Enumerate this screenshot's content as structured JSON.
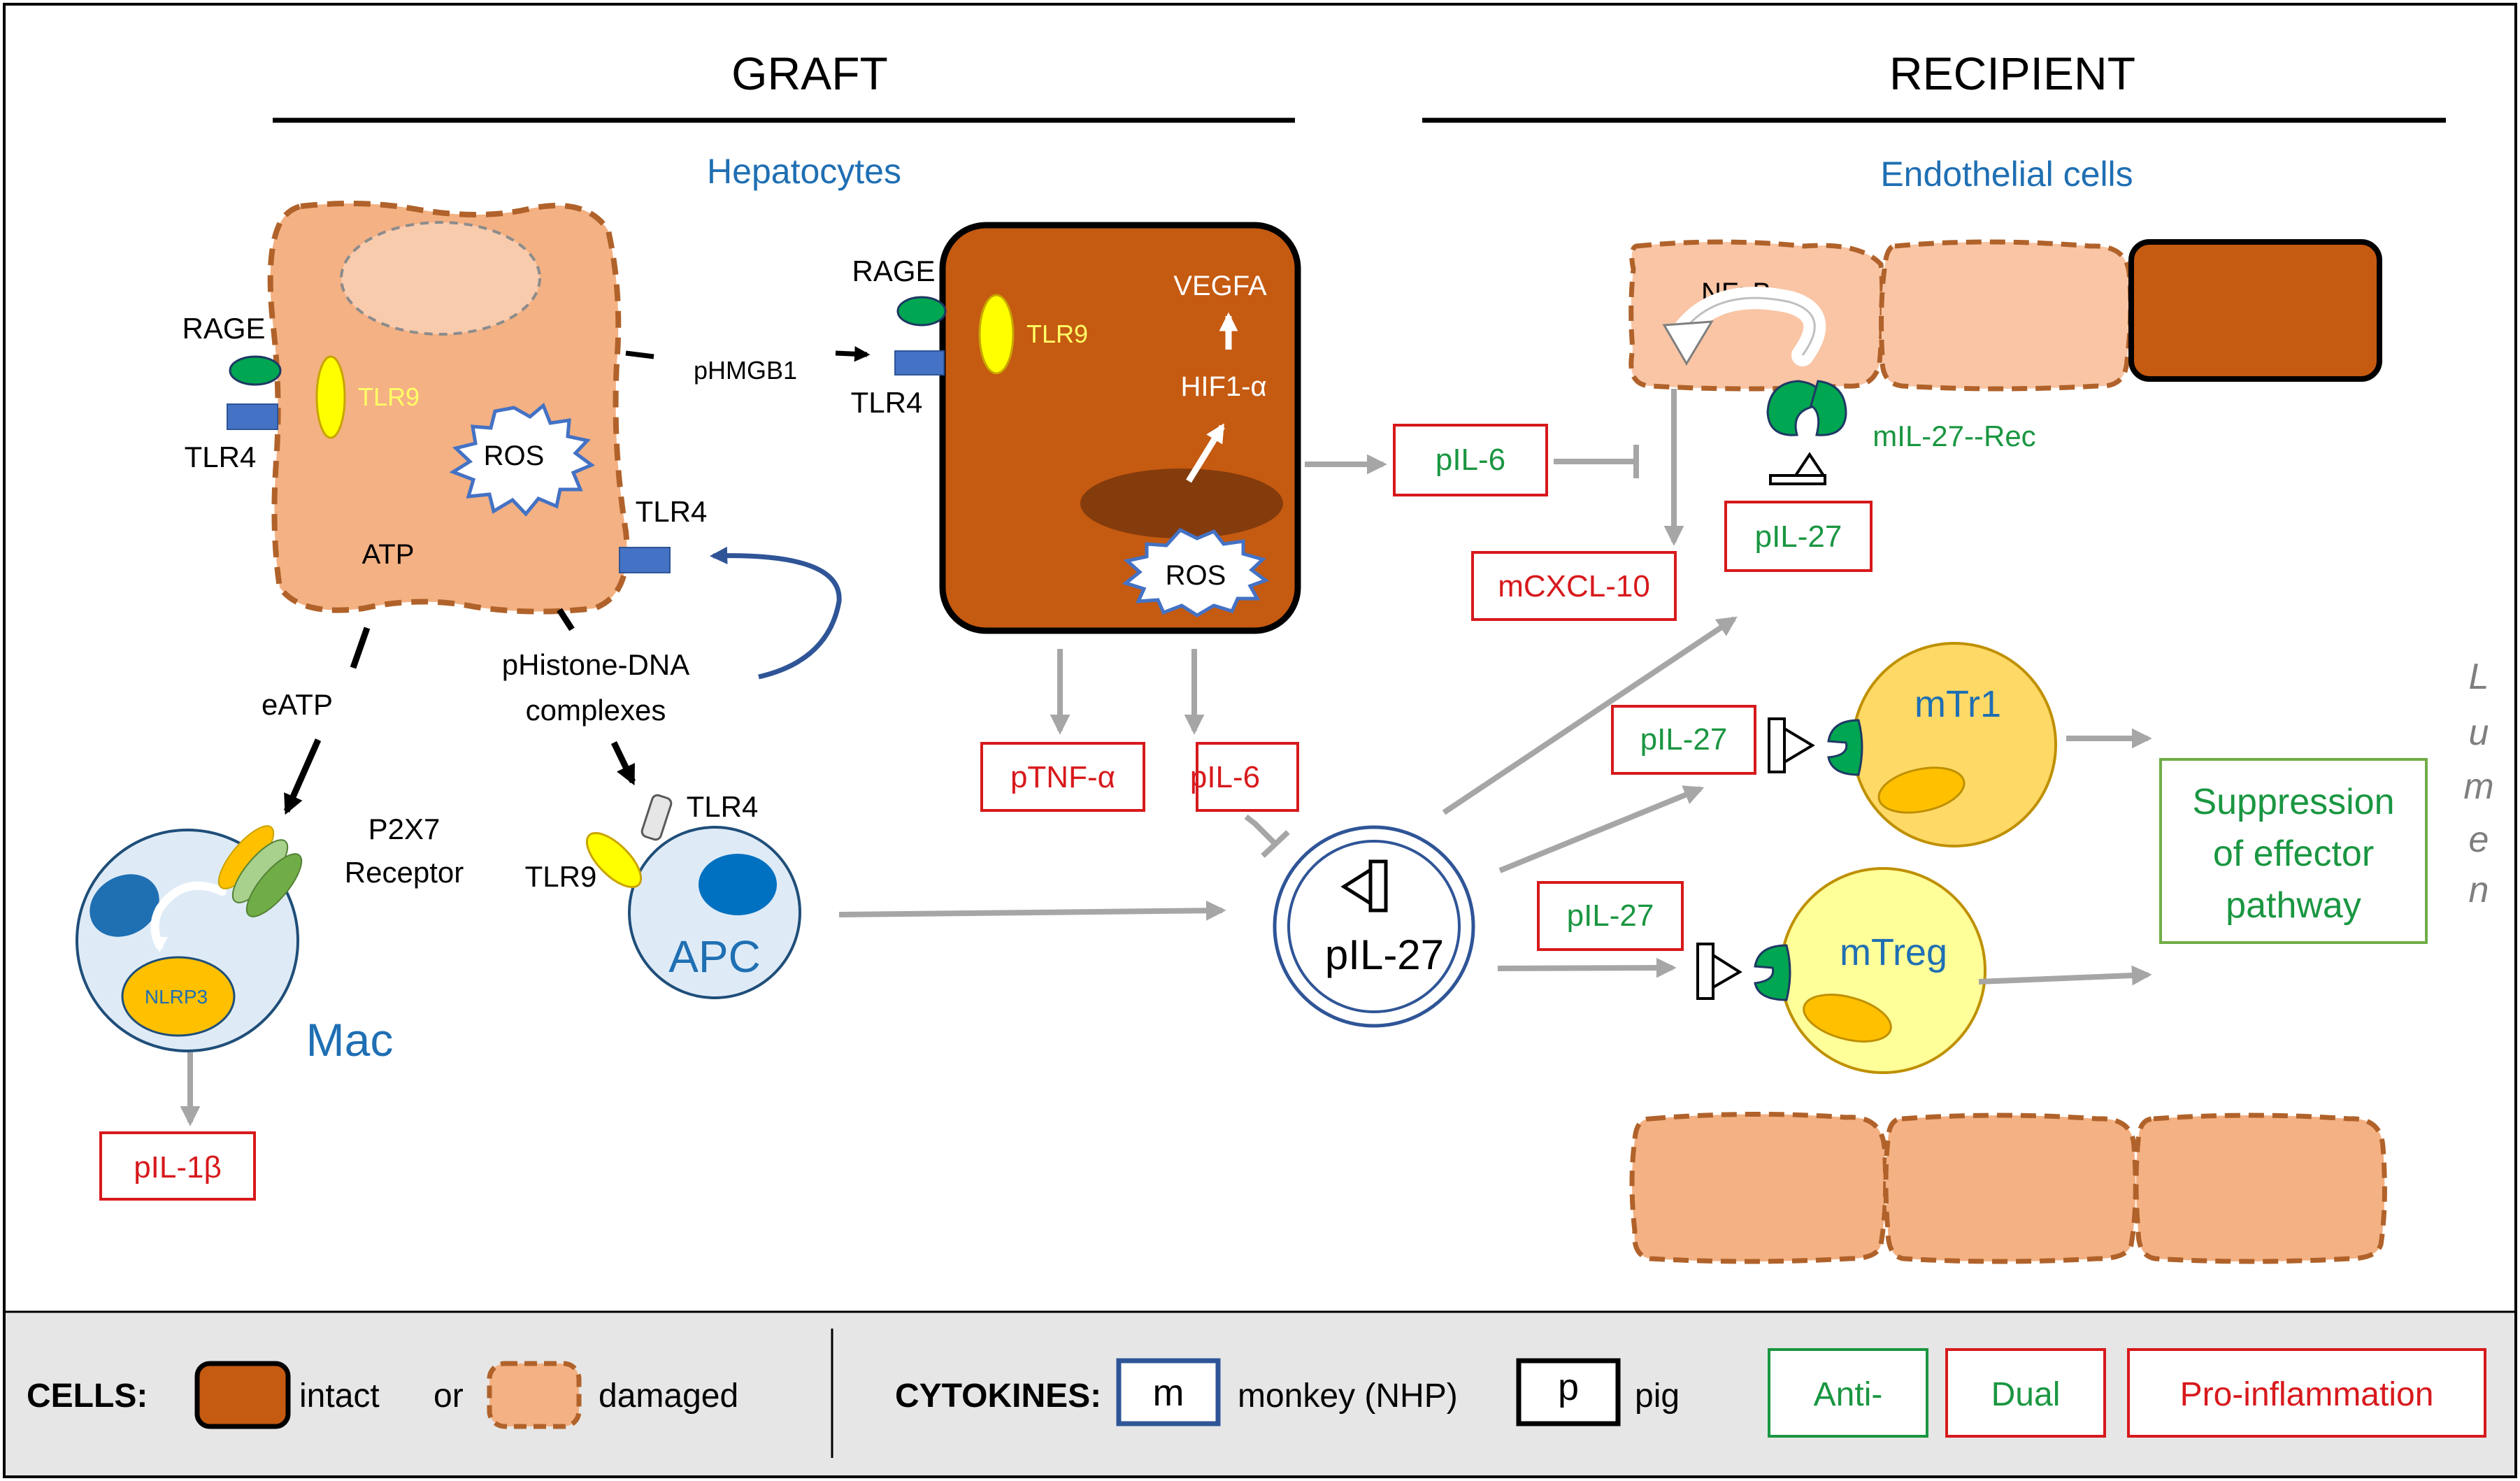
{
  "headers": {
    "graft": "GRAFT",
    "recipient": "RECIPIENT"
  },
  "sections": {
    "hepatocytes": "Hepatocytes",
    "endothelial": "Endothelial cells"
  },
  "graft": {
    "rage": "RAGE",
    "tlr9": "TLR9",
    "tlr4_left": "TLR4",
    "tlr4_right": "TLR4",
    "ros": "ROS",
    "atp": "ATP",
    "phmgb1": "pHMGB1",
    "histone_1": "pHistone-DNA",
    "histone_2": "complexes",
    "eatp": "eATP",
    "p2x7_1": "P2X7",
    "p2x7_2": "Receptor",
    "nlrp3": "NLRP3",
    "mac": "Mac",
    "pil1b": "pIL-1β",
    "apc_tlr4": "TLR4",
    "apc_tlr9": "TLR9",
    "apc": "APC"
  },
  "intact_cell": {
    "rage": "RAGE",
    "tlr4": "TLR4",
    "tlr9": "TLR9",
    "vegfa": "VEGFA",
    "hif": "HIF1-α",
    "ros": "ROS",
    "ptnf": "pTNF-α",
    "pil6": "pIL-6"
  },
  "recipient": {
    "nfkb": "NFκB",
    "pil6": "pIL-6",
    "mil27rec": "mIL-27--Rec",
    "pil27_box": "pIL-27",
    "mcxcl10": "mCXCL-10",
    "pil27_center": "pIL-27",
    "pil27_tr1": "pIL-27",
    "pil27_treg": "pIL-27",
    "mtr1": "mTr1",
    "mtreg": "mTreg",
    "suppression_1": "Suppression",
    "suppression_2": "of effector",
    "suppression_3": "pathway",
    "lumen": [
      "L",
      "u",
      "m",
      "e",
      "n"
    ]
  },
  "legend": {
    "cells_label": "CELLS:",
    "intact": "intact",
    "or": "or",
    "damaged": "damaged",
    "cytokines_label": "CYTOKINES:",
    "m_key": "m",
    "monkey": "monkey (NHP)",
    "p_key": "p",
    "pig": "pig",
    "anti": "Anti-",
    "dual": "Dual",
    "pro": "Pro-inflammation"
  },
  "colors": {
    "red": "#d7191c",
    "green": "#1a9641",
    "blue": "#1f6fb3",
    "intact": "#c55a11",
    "damaged": "#f4b183",
    "damaged_border": "#b0622a",
    "arrow_gray": "#a6a6a6",
    "legend_bg": "#e6e6e6"
  }
}
